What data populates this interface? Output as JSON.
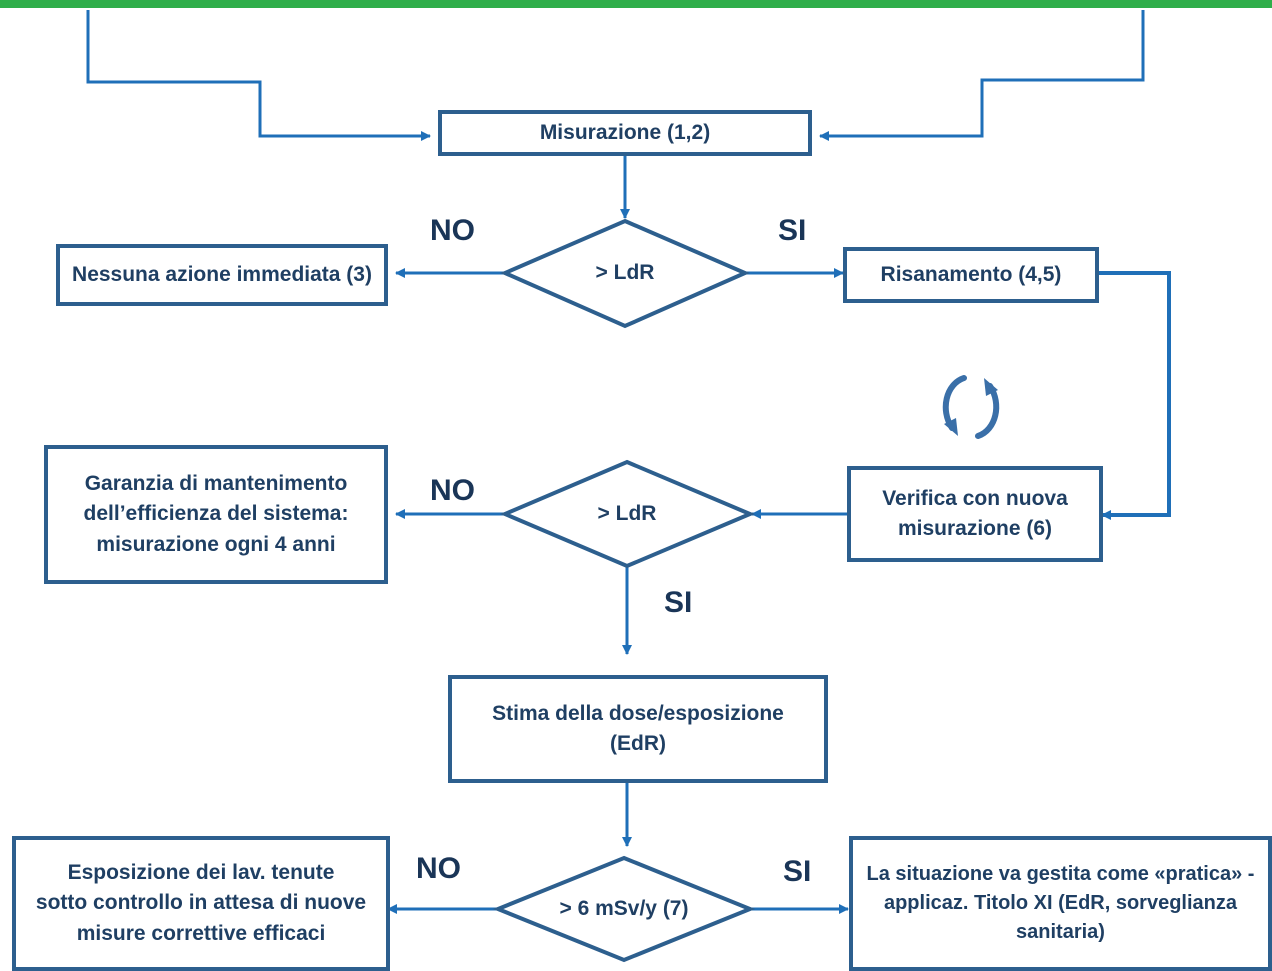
{
  "boxes": {
    "misurazione": "Misurazione (1,2)",
    "nessuna_azione": "Nessuna azione immediata (3)",
    "risanamento": "Risanamento (4,5)",
    "verifica": [
      "Verifica con nuova",
      "misurazione (6)"
    ],
    "garanzia": [
      "Garanzia di mantenimento",
      "dell’efficienza del sistema:",
      "misurazione ogni 4 anni"
    ],
    "stima": [
      "Stima della dose/esposizione",
      "(EdR)"
    ],
    "esposizione": [
      "Esposizione dei lav. tenute",
      "sotto controllo in attesa di nuove",
      "misure correttive efficaci"
    ],
    "situazione": [
      "La situazione va gestita come «pratica» -",
      "applicaz. Titolo XI (EdR, sorveglianza",
      "sanitaria)"
    ]
  },
  "decisions": {
    "d1": "> LdR",
    "d2": "> LdR",
    "d3": "> 6 mSv/y (7)"
  },
  "labels": {
    "no": "NO",
    "si": "SI"
  },
  "icons": {
    "cycle": "refresh-cycle-icon"
  },
  "colors": {
    "accent_bar": "#2fae4a",
    "line": "#1f6fb8",
    "box_border": "#2d5f8e",
    "text": "#1f3f63"
  }
}
